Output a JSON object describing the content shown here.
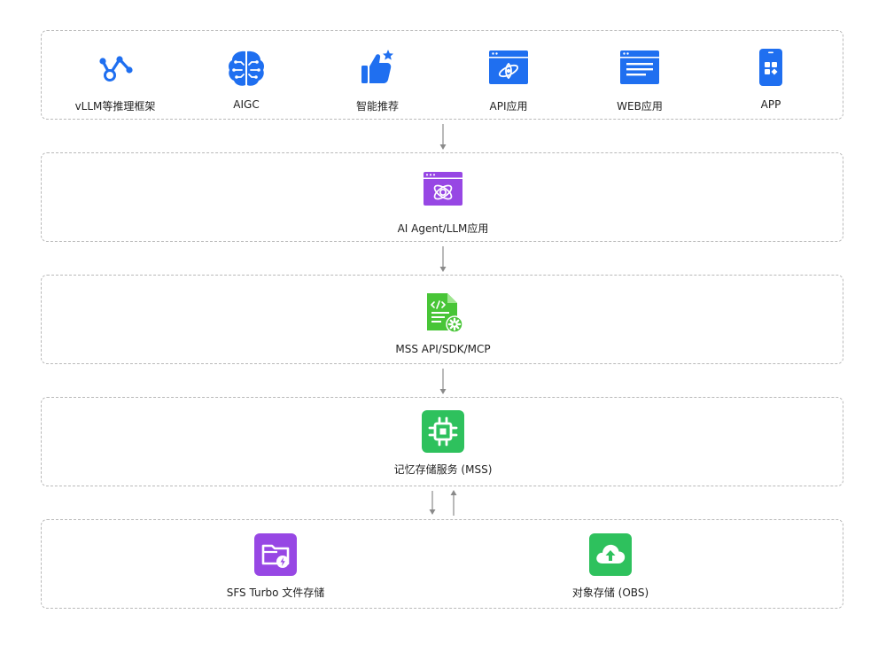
{
  "colors": {
    "blue": "#1f6ff0",
    "purple": "#9747e4",
    "green": "#48c537",
    "mint": "#2ec15d",
    "border": "#b9b9b9",
    "arrow": "#8a8a8a"
  },
  "layers": [
    {
      "name": "applications",
      "items": [
        {
          "label": "vLLM等推理框架",
          "icon": "graph-nodes-icon"
        },
        {
          "label": "AIGC",
          "icon": "brain-circuit-icon"
        },
        {
          "label": "智能推荐",
          "icon": "thumbs-up-star-icon"
        },
        {
          "label": "API应用",
          "icon": "browser-api-icon"
        },
        {
          "label": "WEB应用",
          "icon": "browser-web-icon"
        },
        {
          "label": "APP",
          "icon": "mobile-app-icon"
        }
      ]
    },
    {
      "name": "agent",
      "items": [
        {
          "label": "AI Agent/LLM应用",
          "icon": "agent-window-icon"
        }
      ]
    },
    {
      "name": "interface",
      "items": [
        {
          "label": "MSS API/SDK/MCP",
          "icon": "code-file-gear-icon"
        }
      ]
    },
    {
      "name": "service",
      "items": [
        {
          "label": "记忆存储服务 (MSS)",
          "icon": "chip-icon"
        }
      ]
    },
    {
      "name": "storage",
      "items": [
        {
          "label": "SFS Turbo 文件存储",
          "icon": "folder-bolt-icon"
        },
        {
          "label": "对象存储 (OBS)",
          "icon": "cloud-upload-icon"
        }
      ]
    }
  ]
}
